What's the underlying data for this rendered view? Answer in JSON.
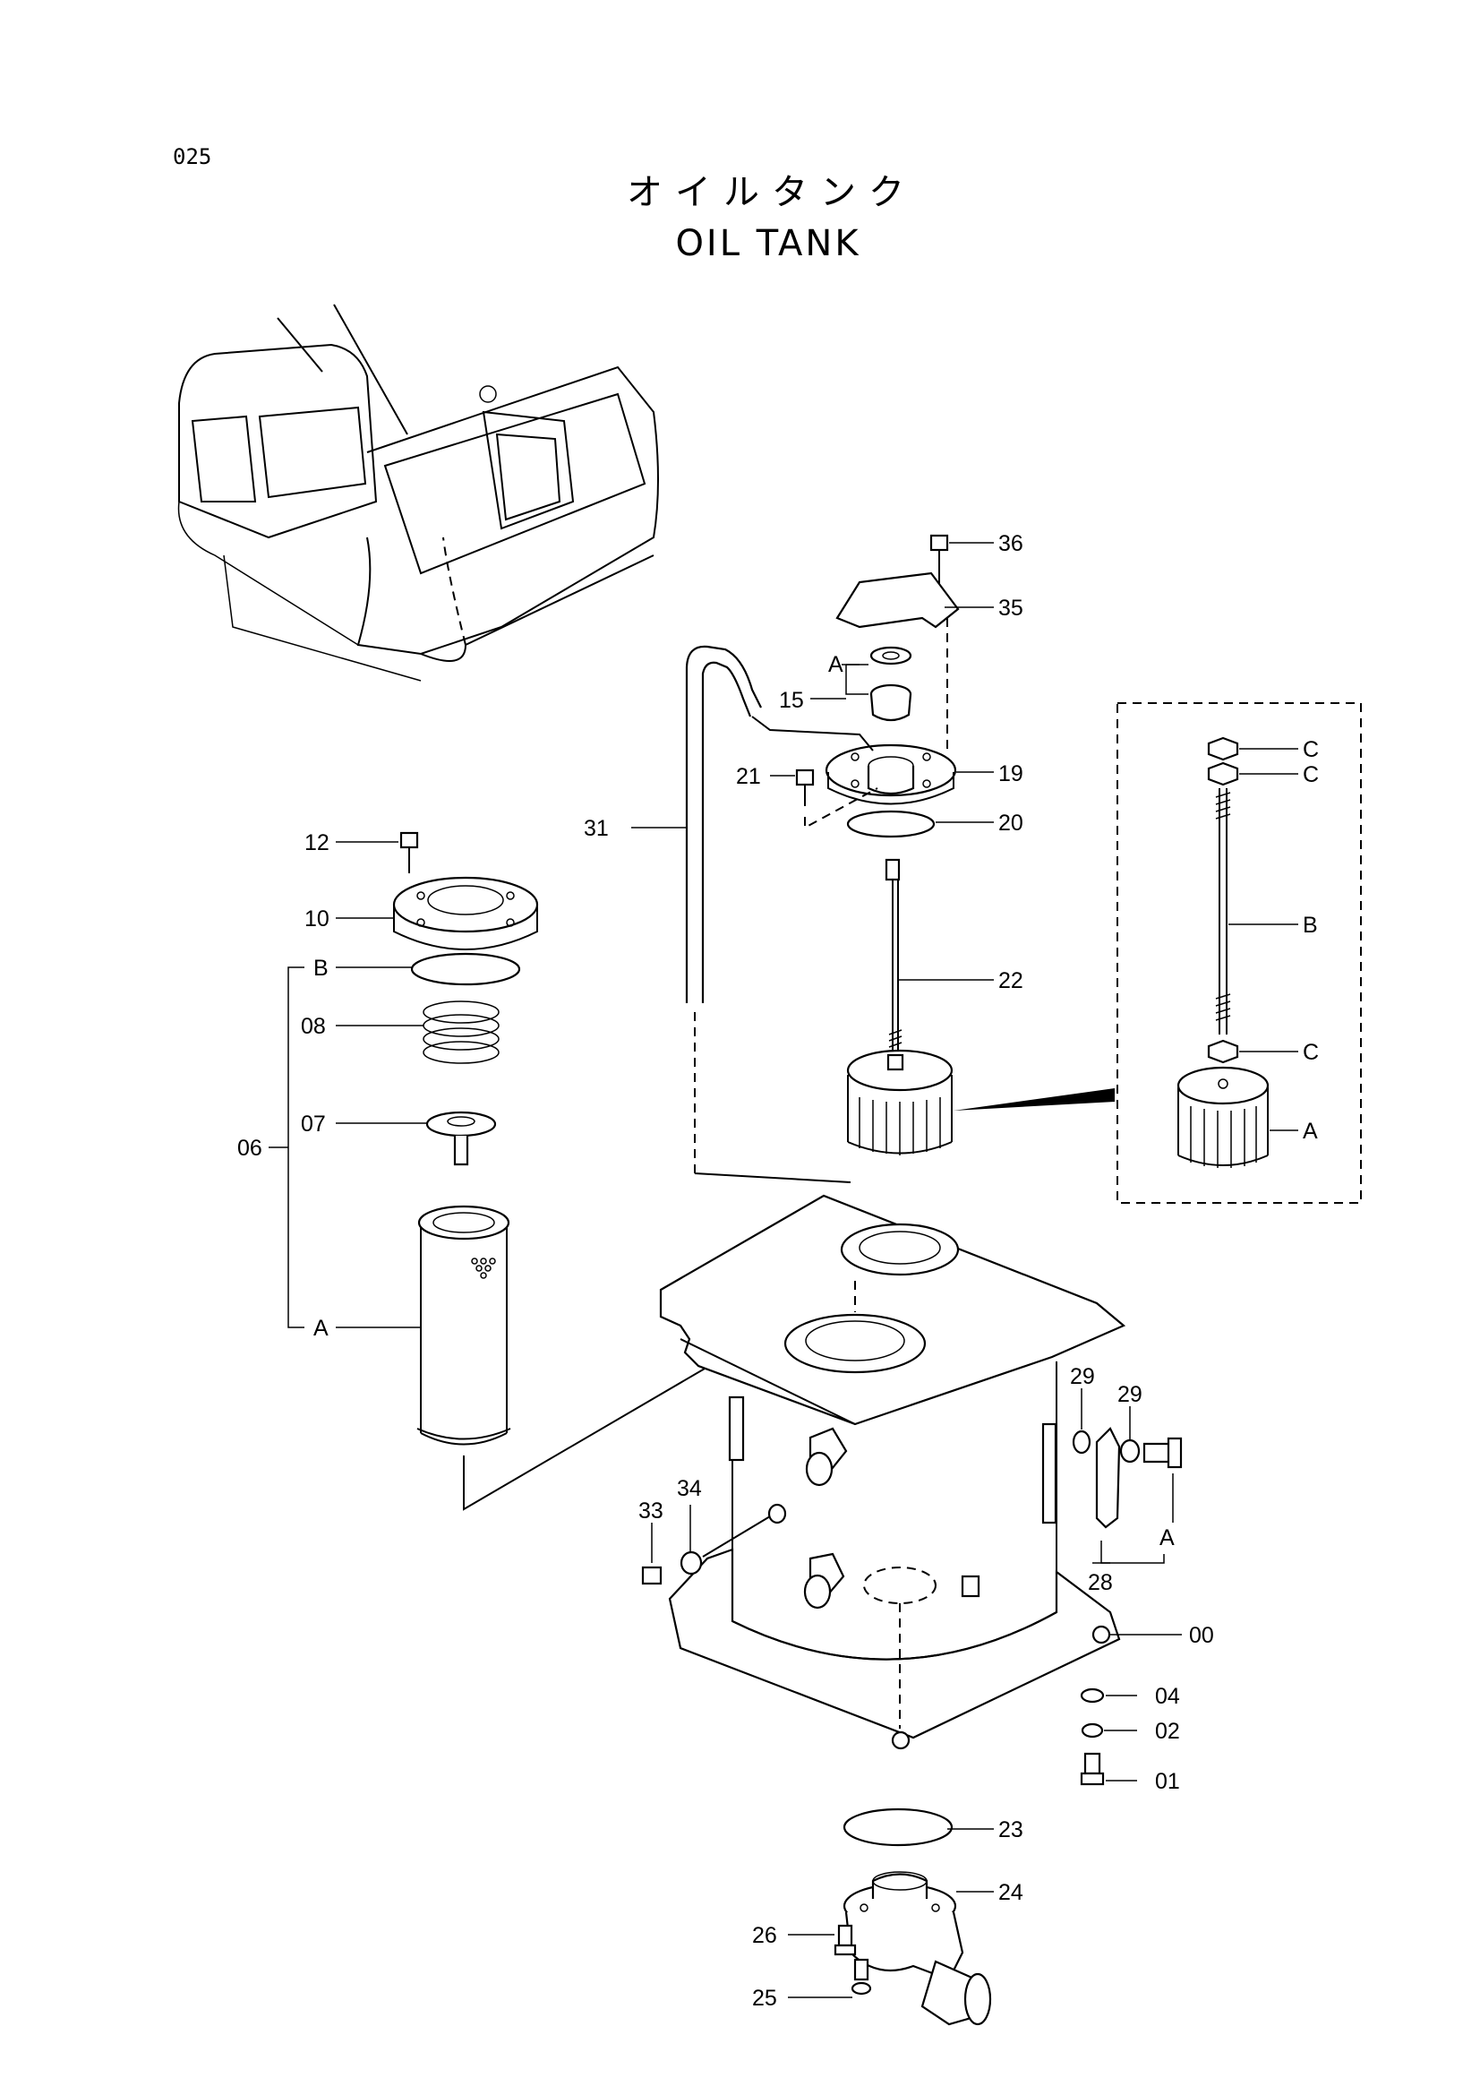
{
  "page_number": "025",
  "title_jp": "オイルタンク",
  "title_en": "OIL TANK",
  "callouts": {
    "p36": "36",
    "p35": "35",
    "pA_top": "A",
    "p15": "15",
    "p21": "21",
    "p19": "19",
    "p20": "20",
    "p31": "31",
    "p12": "12",
    "p10": "10",
    "pB_left": "B",
    "p08": "08",
    "p07": "07",
    "p06": "06",
    "pA_left": "A",
    "p22": "22",
    "pC1": "C",
    "pC2": "C",
    "pB_inset": "B",
    "pC3": "C",
    "pA_inset": "A",
    "p29a": "29",
    "p29b": "29",
    "p28": "28",
    "pA_bracket": "A",
    "p33": "33",
    "p34": "34",
    "p00": "00",
    "p04": "04",
    "p02": "02",
    "p01": "01",
    "p23": "23",
    "p24": "24",
    "p26": "26",
    "p25": "25"
  }
}
